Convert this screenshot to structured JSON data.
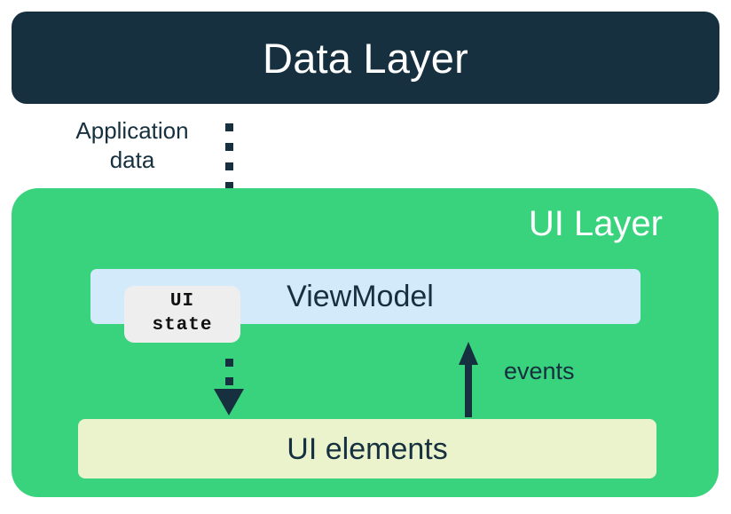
{
  "diagram": {
    "title": "UI Layer architecture",
    "colors": {
      "data_layer_bg": "#16303f",
      "ui_layer_bg": "#39d37e",
      "viewmodel_bg": "#d3eafb",
      "ui_state_bg": "#eeeeee",
      "ui_elements_bg": "#ebf3cc",
      "ink": "#16303f",
      "on_dark": "#ffffff"
    }
  },
  "data_layer": {
    "label": "Data Layer"
  },
  "application_data": {
    "line1": "Application",
    "line2": "data"
  },
  "ui_layer": {
    "label": "UI Layer"
  },
  "viewmodel": {
    "label": "ViewModel"
  },
  "ui_state": {
    "line1": "UI",
    "line2": "state"
  },
  "ui_elements": {
    "label": "UI elements"
  },
  "events": {
    "label": "events"
  },
  "arrows": {
    "data_to_viewmodel": {
      "name": "application-data-flow",
      "style": "dotted",
      "direction": "down",
      "dot_count": 7
    },
    "viewmodel_to_ui_elements": {
      "name": "ui-state-flow",
      "style": "dotted",
      "direction": "down",
      "dot_count": 2
    },
    "ui_elements_to_viewmodel": {
      "name": "events-flow",
      "style": "solid",
      "direction": "up"
    }
  }
}
